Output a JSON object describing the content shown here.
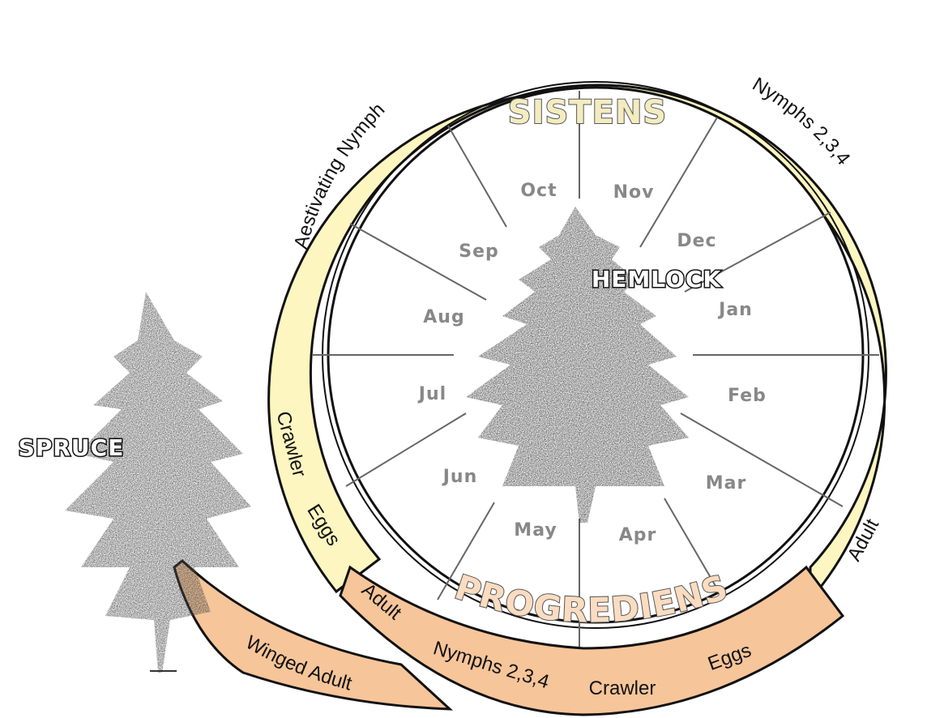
{
  "titles": {
    "sistens": "SISTENS",
    "progrediens": "PROGREDIENS",
    "hemlock": "HEMLOCK",
    "spruce": "SPRUCE"
  },
  "months": [
    "Oct",
    "Nov",
    "Dec",
    "Jan",
    "Feb",
    "Mar",
    "Apr",
    "May",
    "Jun",
    "Jul",
    "Aug",
    "Sep"
  ],
  "sistens_stages": {
    "nymphs": "Nymphs 2,3,4",
    "aestivating": "Aestivating Nymph",
    "crawler": "Crawler",
    "eggs": "Eggs",
    "adult": "Adult"
  },
  "progrediens_stages": {
    "adult": "Adult",
    "nymphs": "Nymphs 2,3,4",
    "crawler": "Crawler",
    "eggs": "Eggs",
    "winged_adult": "Winged Adult"
  },
  "colors": {
    "sistens_band": "#fdf6c0",
    "progrediens_band": "#f6c59a",
    "band_stroke": "#111111",
    "month_text": "#888888",
    "tree": "#555555"
  }
}
